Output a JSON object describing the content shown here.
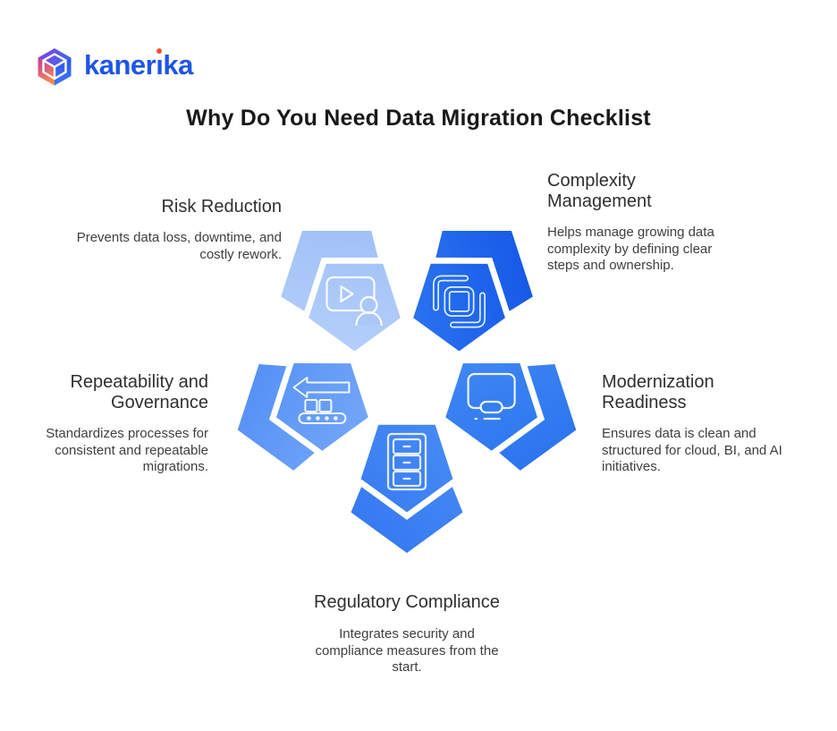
{
  "brand": {
    "name": "kanerika",
    "wordmark_pre": "kaner",
    "wordmark_i": "ı",
    "wordmark_post": "ka",
    "logo_colors": {
      "wordmark_blue": "#1E55E6",
      "i_dot_orange": "#F4502E",
      "cube_purple": "#8A3BE2",
      "cube_magenta": "#D8439B",
      "cube_orange": "#F6874D",
      "cube_blue": "#2E62EC"
    }
  },
  "title": "Why Do You Need Data Migration Checklist",
  "segments": [
    {
      "id": "risk-reduction",
      "label": "Risk Reduction",
      "description": "Prevents data loss, downtime, and costly rework.",
      "color": "#A9C8F8",
      "icon": "video-user-icon",
      "position": "top-left"
    },
    {
      "id": "complexity-management",
      "label": "Complexity Management",
      "description": "Helps manage growing data complexity by defining clear steps and ownership.",
      "color": "#1E6BF0",
      "icon": "layers-icon",
      "position": "top-right"
    },
    {
      "id": "modernization-readiness",
      "label": "Modernization Readiness",
      "description": "Ensures data is clean and structured for cloud, BI, and AI initiatives.",
      "color": "#3380F2",
      "icon": "monitor-icon",
      "position": "right"
    },
    {
      "id": "regulatory-compliance",
      "label": "Regulatory Compliance",
      "description": "Integrates security and compliance measures from the start.",
      "color": "#3C82F4",
      "icon": "cabinet-icon",
      "position": "bottom"
    },
    {
      "id": "repeatability-governance",
      "label": "Repeatability and Governance",
      "description": "Standardizes processes for consistent and repeatable migrations.",
      "color": "#5E97F6",
      "icon": "conveyor-icon",
      "position": "left"
    }
  ],
  "text_colors": {
    "title": "#191919",
    "heading": "#2F2F2F",
    "body": "#3E3E3E"
  }
}
